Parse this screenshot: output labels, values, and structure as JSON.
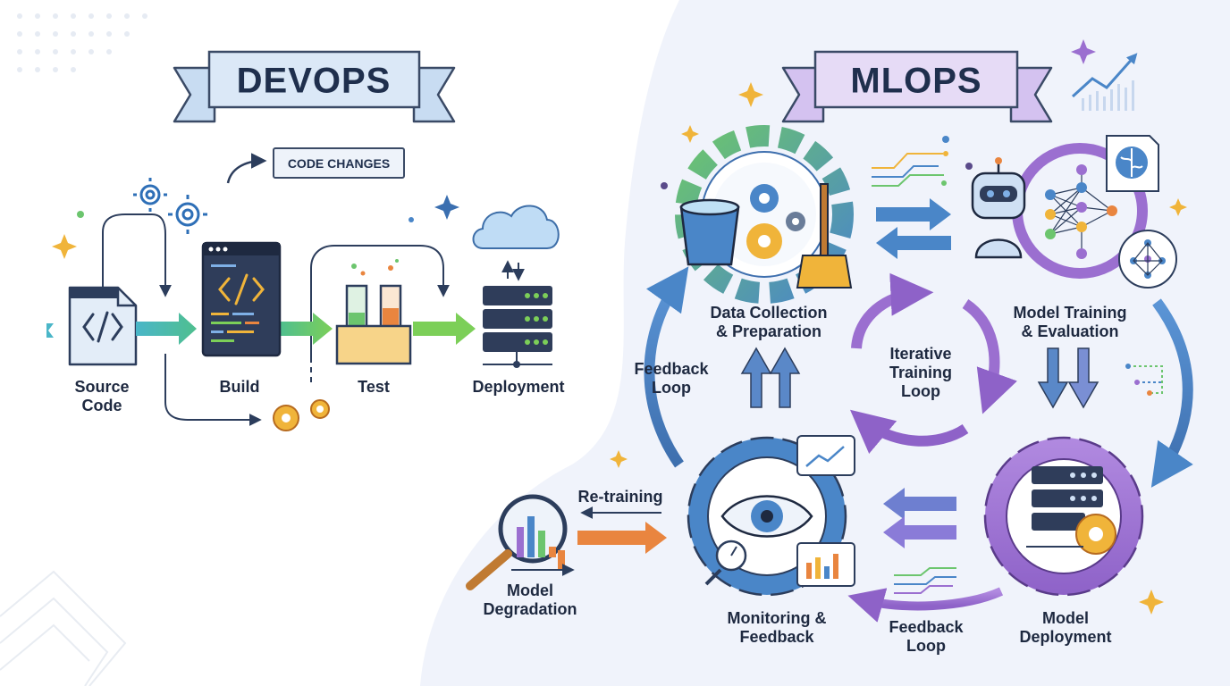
{
  "devops": {
    "title": "DEVOPS",
    "code_changes": "CODE CHANGES",
    "stages": [
      "Source\nCode",
      "Build",
      "Test",
      "Deployment"
    ]
  },
  "mlops": {
    "title": "MLOPS",
    "data_collection": "Data Collection\n& Preparation",
    "model_training": "Model Training\n& Evaluation",
    "iterative_loop": "Iterative\nTraining\nLoop",
    "feedback_loop_left": "Feedback\nLoop",
    "model_deployment": "Model\nDeployment",
    "monitoring": "Monitoring &\nFeedback",
    "feedback_loop_bottom": "Feedback\nLoop",
    "retraining": "Re-training",
    "model_degradation": "Model\nDegradation"
  },
  "colors": {
    "devops_banner": "#dbe8f7",
    "mlops_banner": "#e6dbf6",
    "navy": "#1f2f4d",
    "blue": "#4a86c8",
    "purple": "#9b6fd0",
    "green": "#6cc56e",
    "orange": "#e9853f",
    "gold": "#f0b43a"
  }
}
